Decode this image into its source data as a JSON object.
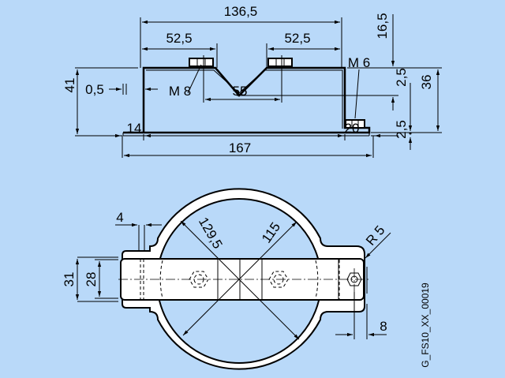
{
  "drawing": {
    "code": "G_FS10_XX_00019",
    "top_view": {
      "overall_inner_width": "136,5",
      "left_half": "52,5",
      "right_half": "52,5",
      "height_total": "41",
      "sheet_gap": "0,5",
      "thread_left": "M 8",
      "hole_spacing": "55",
      "thread_right": "M 6",
      "flange_left": "14",
      "flange_right": "20",
      "overall_length": "167",
      "v_depth": "16,5",
      "thickness_top": "2,5",
      "inner_height": "36",
      "thickness_bottom": "2,5"
    },
    "front_view": {
      "slot_width": "4",
      "outer_diameter": "129,5",
      "inner_diameter": "115",
      "radius": "R 5",
      "band_outer": "31",
      "band_inner": "28",
      "bolt_offset": "8"
    }
  }
}
